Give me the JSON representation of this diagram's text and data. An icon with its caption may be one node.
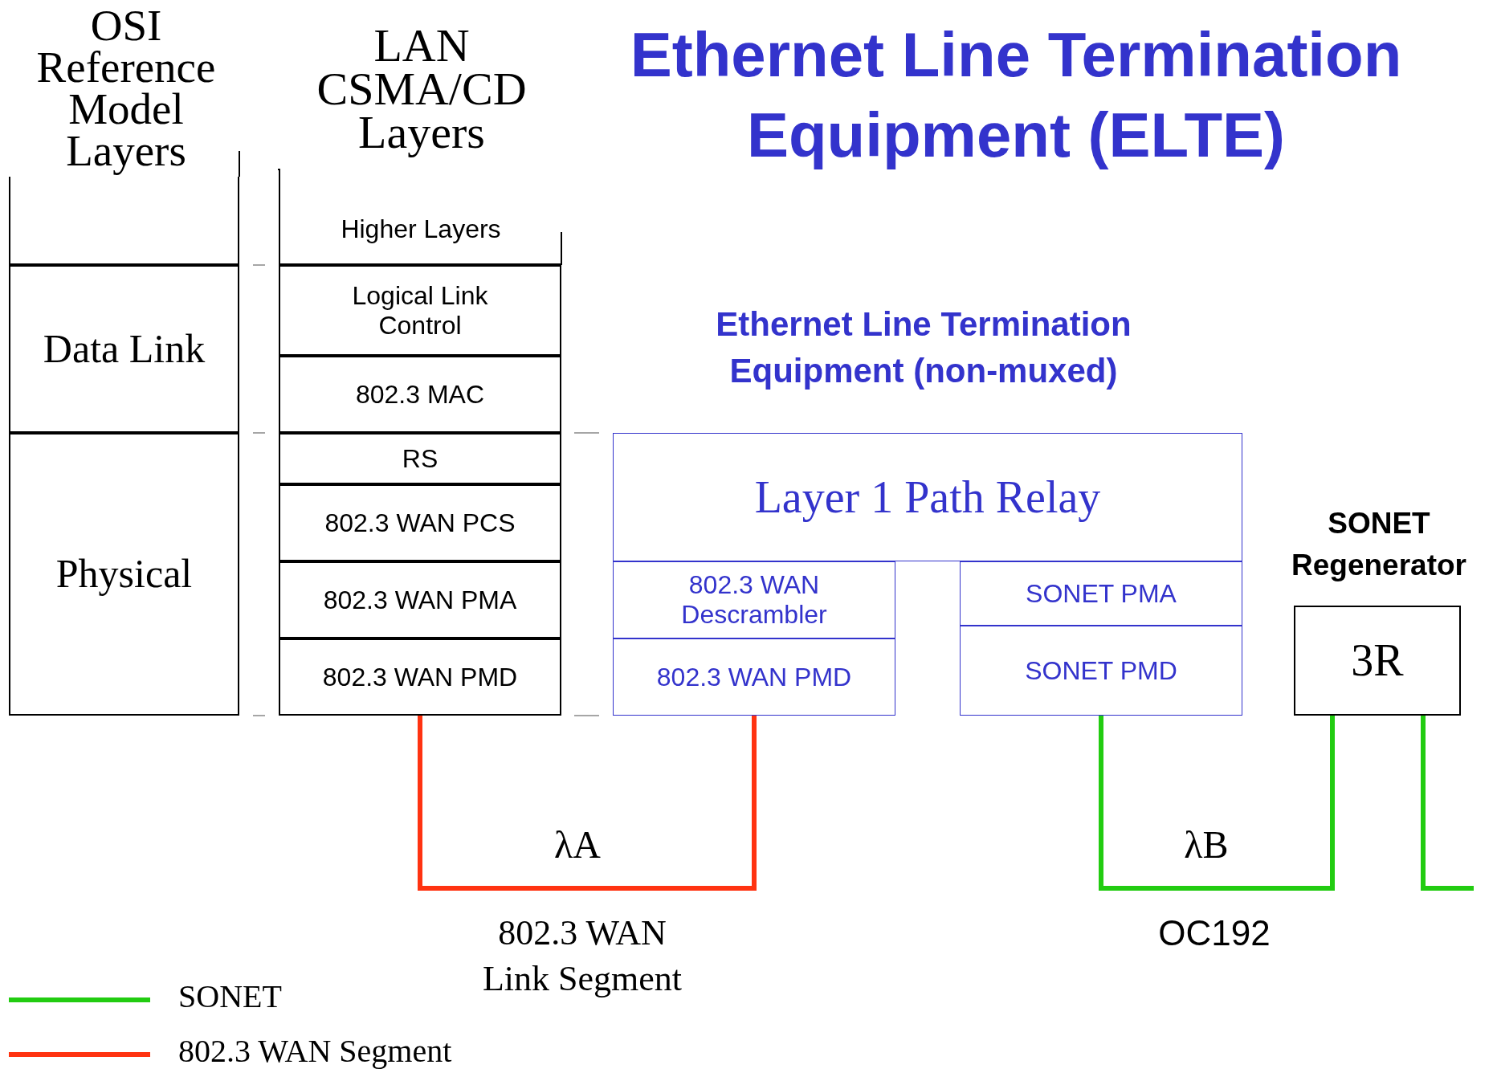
{
  "diagram": {
    "title": "Ethernet Line Termination Equipment (ELTE)",
    "nodes": [
      {
        "text": [
          "OSI Reference Model Layers"
        ]
      },
      {
        "text": [
          "Data Link"
        ]
      },
      {
        "text": [
          "Physical"
        ]
      },
      {
        "text": [
          "LAN CSMA/CD Layers",
          "Higher Layers"
        ]
      },
      {
        "text": [
          "Logical Link Control"
        ]
      },
      {
        "text": [
          "802.3 MAC"
        ]
      },
      {
        "text": [
          "RS"
        ]
      },
      {
        "text": [
          "802.3 WAN PCS"
        ]
      },
      {
        "text": [
          "802.3 WAN PMA"
        ]
      },
      {
        "text": [
          "802.3 WAN PMD"
        ]
      },
      {
        "text": [
          "Layer 1 Path Relay"
        ]
      },
      {
        "text": [
          "802.3 WAN Descrambler"
        ]
      },
      {
        "text": [
          "802.3 WAN PMD"
        ]
      },
      {
        "text": [
          "SONET PMA"
        ]
      },
      {
        "text": [
          "SONET PMD"
        ]
      },
      {
        "text": [
          "SONET Regenerator",
          "3R"
        ]
      }
    ],
    "edges": [
      {
        "from": 9,
        "to": 12,
        "arrow": "none",
        "label": "λA",
        "color": "#ff3311"
      },
      {
        "from": 14,
        "to": 15,
        "arrow": "none",
        "label": "λB",
        "color": "#22cc11"
      },
      {
        "from": 15,
        "to": null,
        "arrow": "none",
        "color": "#22cc11"
      }
    ],
    "labels": [
      "Ethernet Line Termination Equipment (non-muxed)",
      "802.3 WAN Link Segment",
      "OC192"
    ],
    "legend": [
      {
        "text": "SONET"
      },
      {
        "text": "802.3 WAN Segment"
      }
    ]
  }
}
